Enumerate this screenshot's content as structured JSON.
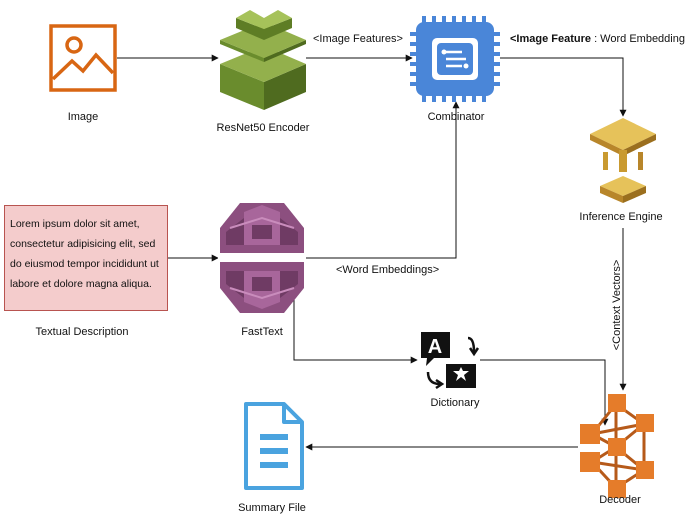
{
  "nodes": {
    "image": {
      "label": "Image",
      "icon": "image-icon",
      "color": "#d86613"
    },
    "resnet": {
      "label": "ResNet50 Encoder",
      "icon": "layered-block-icon",
      "color": "#6a8c2d"
    },
    "combinator": {
      "label": "Combinator",
      "icon": "processor-chip-icon",
      "color": "#4a86d8"
    },
    "inference": {
      "label": "Inference Engine",
      "icon": "inference-icon",
      "color": "#d9a934"
    },
    "fasttext": {
      "label": "FastText",
      "icon": "brain-icon",
      "color": "#8c4f7f"
    },
    "dictionary": {
      "label": "Dictionary",
      "icon": "translate-icon",
      "color": "#111111"
    },
    "decoder": {
      "label": "Decoder",
      "icon": "network-icon",
      "color": "#e57c2a"
    },
    "summary": {
      "label": "Summary File",
      "icon": "document-icon",
      "color": "#4aa3df"
    }
  },
  "textual": {
    "lines": [
      "Lorem ipsum dolor sit amet,",
      "consectetur adipisicing elit, sed",
      "do eiusmod tempor incididunt ut",
      "labore et dolore magna aliqua."
    ],
    "caption": "Textual Description"
  },
  "edge_labels": {
    "image_features": "<Image Features>",
    "feature_bold": "<Image Feature",
    "feature_rest": " : Word Embeddings>",
    "word_embeddings": "<Word Embeddings>",
    "context_vectors": "<Context Vectors>"
  }
}
